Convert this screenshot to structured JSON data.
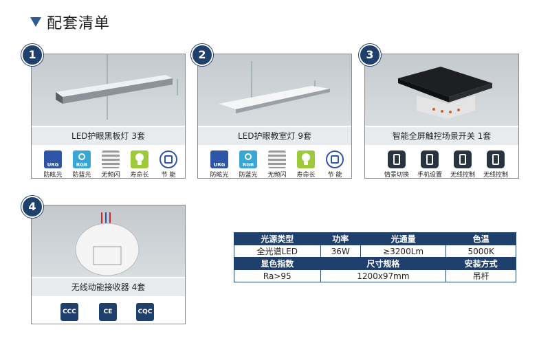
{
  "heading": "配套清单",
  "cards": [
    {
      "num": "1",
      "caption": "LED护眼黑板灯  3套",
      "features": [
        {
          "icon": "urg-icon",
          "badge": "URG",
          "label": "防眩光"
        },
        {
          "icon": "rgb-icon",
          "badge": "RGB",
          "label": "防蓝光"
        },
        {
          "icon": "no-flicker-icon",
          "label": "无频闪"
        },
        {
          "icon": "lifespan-icon",
          "label": "寿命长"
        },
        {
          "icon": "energy-saving-icon",
          "label": "节  能"
        }
      ]
    },
    {
      "num": "2",
      "caption": "LED护眼教室灯  9套",
      "features": [
        {
          "icon": "urg-icon",
          "badge": "URG",
          "label": "防眩光"
        },
        {
          "icon": "rgb-icon",
          "badge": "RGB",
          "label": "防蓝光"
        },
        {
          "icon": "no-flicker-icon",
          "label": "无频闪"
        },
        {
          "icon": "lifespan-icon",
          "label": "寿命长"
        },
        {
          "icon": "energy-saving-icon",
          "label": "节  能"
        }
      ]
    },
    {
      "num": "3",
      "caption": "智能全屏触控场景开关  1套",
      "features": [
        {
          "icon": "scene-switch-icon",
          "label": "情景切换"
        },
        {
          "icon": "phone-setting-icon",
          "label": "手机设置"
        },
        {
          "icon": "bluetooth-icon",
          "label": "无线控制"
        },
        {
          "icon": "touch-icon",
          "label": "无线控制"
        }
      ]
    },
    {
      "num": "4",
      "caption": "无线动能接收器  4套",
      "certs": [
        {
          "icon": "ccc-icon",
          "text": "CCC"
        },
        {
          "icon": "ce-icon",
          "text": "CE"
        },
        {
          "icon": "cqc-icon",
          "text": "CQC"
        }
      ]
    }
  ],
  "spec_table": {
    "row1_headers": [
      "光源类型",
      "功率",
      "光通量",
      "色温"
    ],
    "row1_values": [
      "全光谱LED",
      "36W",
      "≥3200Lm",
      "5000K"
    ],
    "row2_headers": [
      "显色指数",
      "尺寸规格",
      "安装方式"
    ],
    "row2_values": [
      "Ra>95",
      "1200x97mm",
      "吊杆"
    ]
  },
  "colors": {
    "accent": "#1f3f6c",
    "caption_bg": "#e7ebed"
  }
}
